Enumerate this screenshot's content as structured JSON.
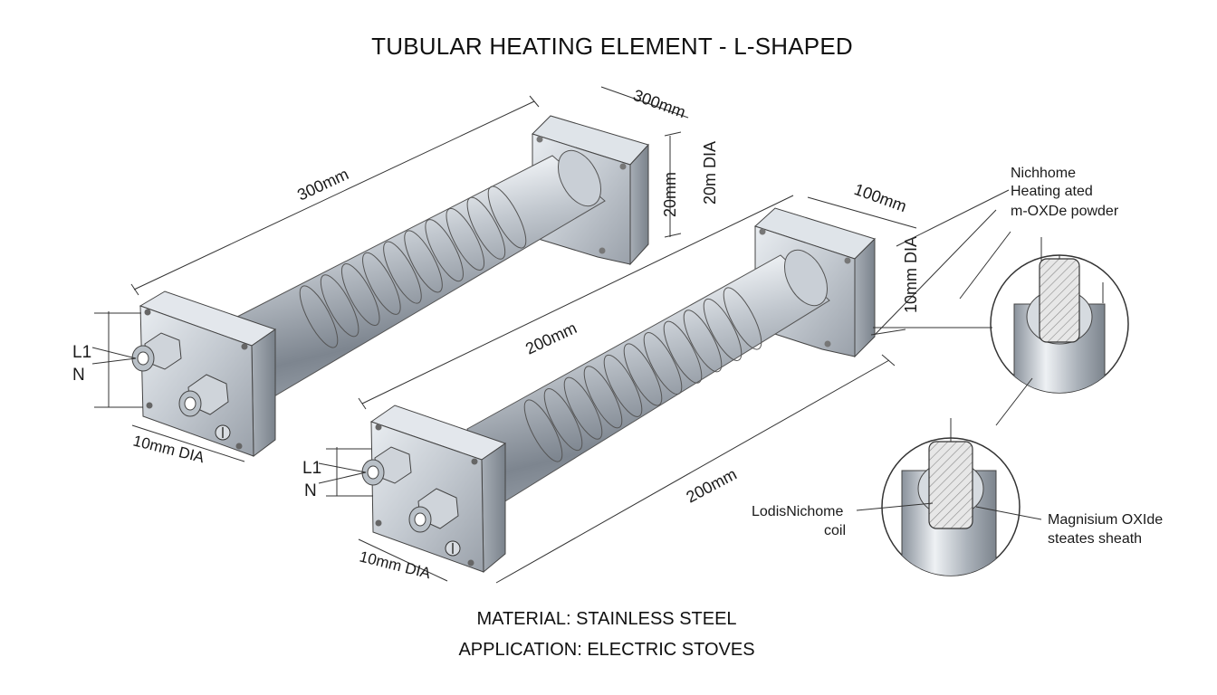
{
  "title": "TUBULAR HEATING ELEMENT - L-SHAPED",
  "dimensions": {
    "left_length": "300mm",
    "left_flange_width": "300mm",
    "left_flange_height": "20mm",
    "left_flange_dia": "20m DIA",
    "left_terminal_dia": "10mm DIA",
    "right_length_top": "200mm",
    "right_length_bottom": "200mm",
    "right_flange_width": "100mm",
    "right_flange_dia": "10mm DIA",
    "right_terminal_dia": "10mm DIA"
  },
  "terminals": {
    "left_l1": "L1",
    "left_n": "N",
    "right_l1": "L1",
    "right_n": "N"
  },
  "callouts": {
    "top_line1": "Nichhome",
    "top_line2": "Heating ated",
    "top_line3": "m-OXDe powder",
    "coil_line1": "LodisNichome",
    "coil_line2": "coil",
    "sheath_line1": "Magnisium OXIde",
    "sheath_line2": "steates sheath"
  },
  "footer": {
    "material": "MATERIAL: STAINLESS STEEL",
    "application": "APPLICATION: ELECTRIC STOVES"
  },
  "colors": {
    "steel_light": "#eef1f5",
    "steel_mid": "#b9c0c9",
    "steel_dark": "#7b838d",
    "line": "#3a3a3a"
  }
}
